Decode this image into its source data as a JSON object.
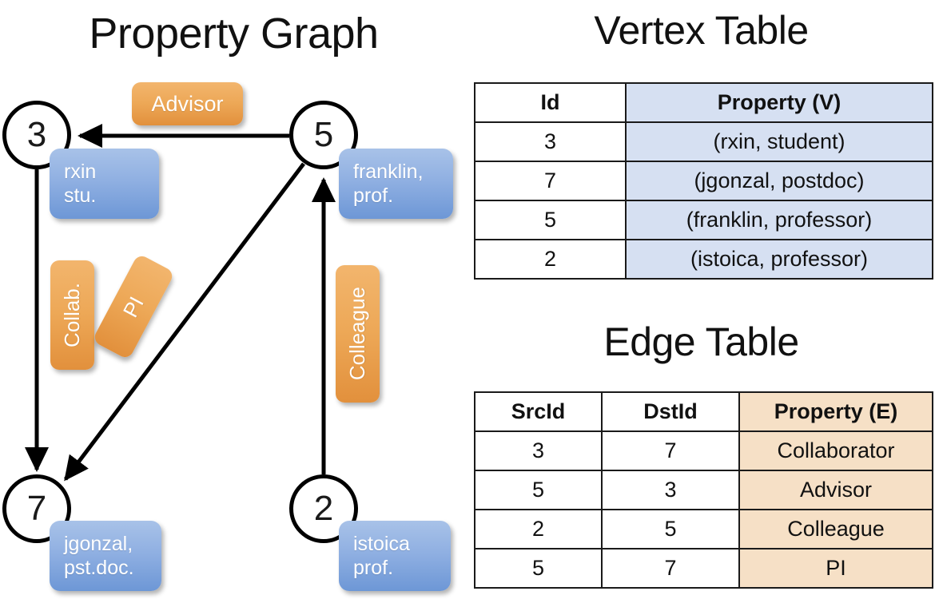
{
  "titles": {
    "property_graph": "Property Graph",
    "vertex_table": "Vertex Table",
    "edge_table": "Edge Table"
  },
  "colors": {
    "vertex_property_fill": "#d6e0f2",
    "edge_property_fill": "#f6e0c6",
    "node_callout_blue": "#90b0e2",
    "edge_callout_orange": "#eda857",
    "stroke": "#000000"
  },
  "graph": {
    "nodes": [
      {
        "id": "3",
        "label": "3",
        "property_lines": [
          "rxin",
          "stu."
        ]
      },
      {
        "id": "5",
        "label": "5",
        "property_lines": [
          "franklin,",
          "prof."
        ]
      },
      {
        "id": "7",
        "label": "7",
        "property_lines": [
          "jgonzal,",
          "pst.doc."
        ]
      },
      {
        "id": "2",
        "label": "2",
        "property_lines": [
          "istoica",
          "prof."
        ]
      }
    ],
    "edge_labels": [
      {
        "name": "advisor",
        "text": "Advisor",
        "orientation": "horizontal"
      },
      {
        "name": "collab",
        "text": "Collab.",
        "orientation": "vertical"
      },
      {
        "name": "pi",
        "text": "PI",
        "orientation": "rotated"
      },
      {
        "name": "colleague",
        "text": "Colleague",
        "orientation": "vertical"
      }
    ],
    "edges": [
      {
        "src": "5",
        "dst": "3",
        "label": "Advisor"
      },
      {
        "src": "3",
        "dst": "7",
        "label": "Collab."
      },
      {
        "src": "5",
        "dst": "7",
        "label": "PI"
      },
      {
        "src": "2",
        "dst": "5",
        "label": "Colleague"
      }
    ]
  },
  "vertex_table": {
    "headers": [
      "Id",
      "Property (V)"
    ],
    "rows": [
      {
        "id": "3",
        "property": "(rxin, student)"
      },
      {
        "id": "7",
        "property": "(jgonzal, postdoc)"
      },
      {
        "id": "5",
        "property": "(franklin, professor)"
      },
      {
        "id": "2",
        "property": "(istoica, professor)"
      }
    ]
  },
  "edge_table": {
    "headers": [
      "SrcId",
      "DstId",
      "Property (E)"
    ],
    "rows": [
      {
        "src": "3",
        "dst": "7",
        "property": "Collaborator"
      },
      {
        "src": "5",
        "dst": "3",
        "property": "Advisor"
      },
      {
        "src": "2",
        "dst": "5",
        "property": "Colleague"
      },
      {
        "src": "5",
        "dst": "7",
        "property": "PI"
      }
    ]
  }
}
